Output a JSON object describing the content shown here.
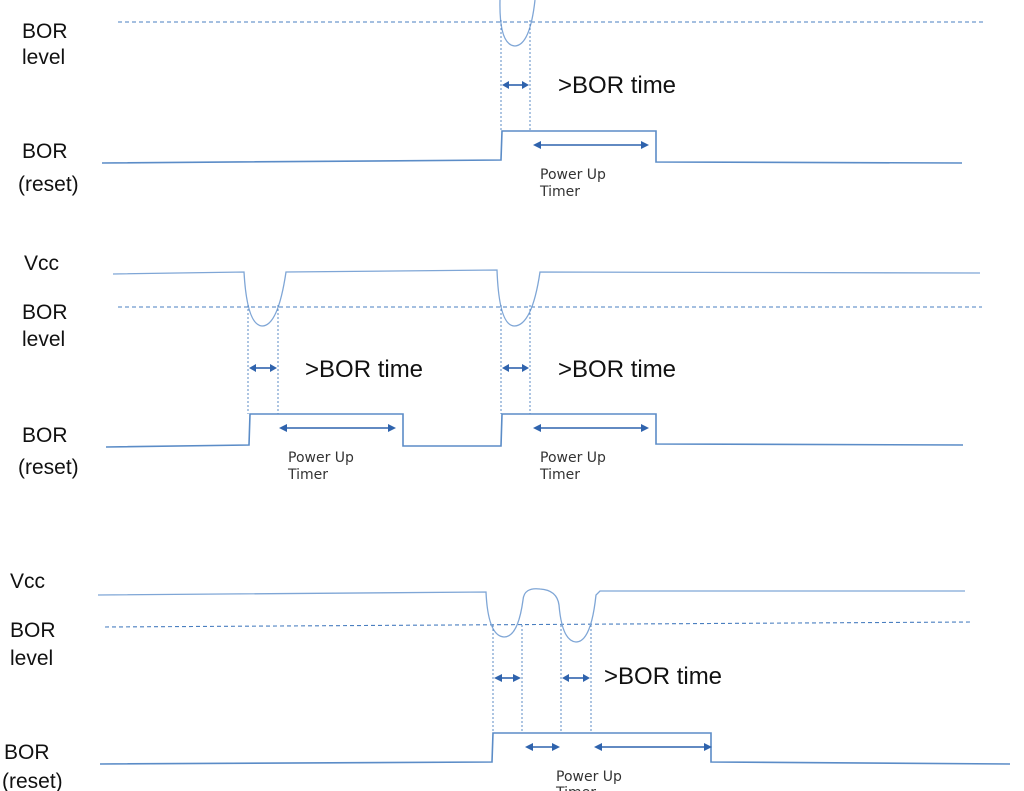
{
  "labels": {
    "vcc": "Vcc",
    "bor_level_1": "BOR",
    "bor_level_2": "level",
    "bor_reset_1": "BOR",
    "bor_reset_2": "(reset)",
    "bor_time": ">BOR time",
    "power_up_1": "Power Up",
    "power_up_2": "Timer"
  },
  "colors": {
    "signal": "#5b8cc7",
    "arrow": "#2f63ad",
    "threshold": "#4a7fc0"
  }
}
